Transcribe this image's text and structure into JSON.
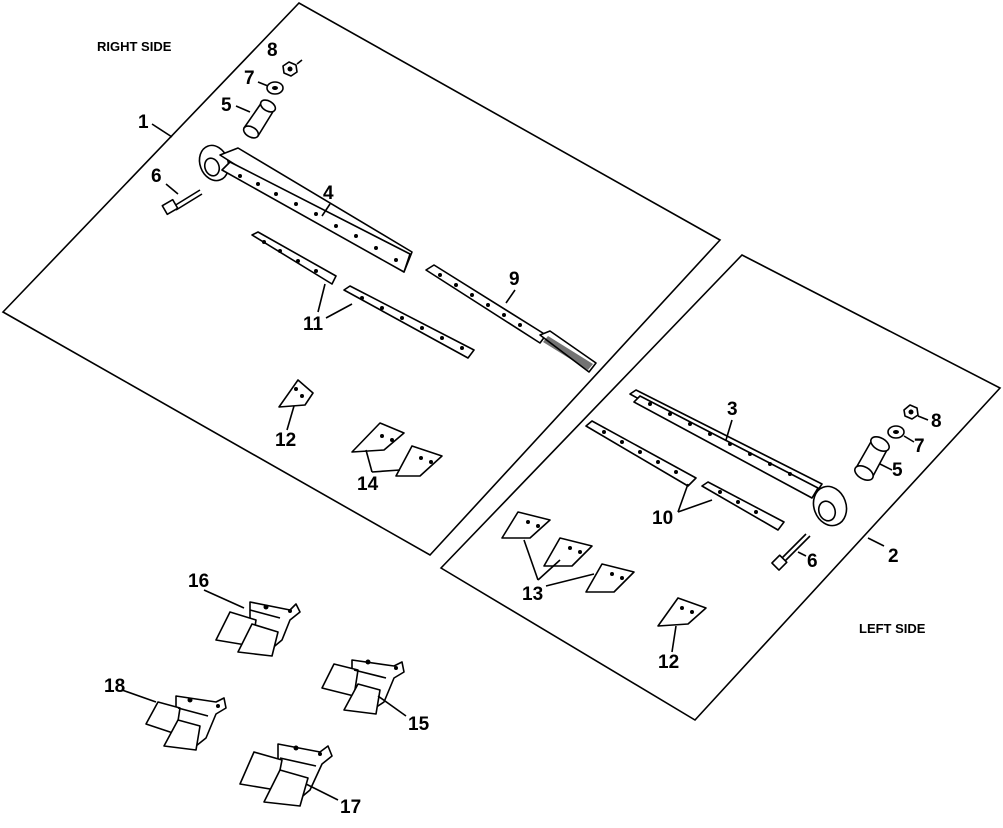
{
  "panels": {
    "right": {
      "side_label": "RIGHT SIDE",
      "number": "1"
    },
    "left": {
      "side_label": "LEFT SIDE",
      "number": "2"
    }
  },
  "callouts": {
    "right": [
      "8",
      "7",
      "5",
      "6",
      "4",
      "9",
      "11",
      "12",
      "14"
    ],
    "left": [
      "3",
      "8",
      "7",
      "5",
      "6",
      "10",
      "13",
      "12"
    ],
    "loose": [
      "16",
      "18",
      "15",
      "17"
    ]
  }
}
